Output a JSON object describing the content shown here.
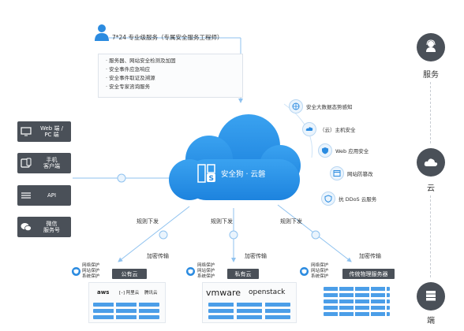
{
  "top": {
    "title": "7*24 专业级服务（专属安全服务工程师）",
    "services": [
      "服务器、网站安全检测及加固",
      "安全事件应急响应",
      "安全事件取证及溯源",
      "安全专家咨询服务"
    ]
  },
  "center": {
    "brand": "安全狗 · 云磐"
  },
  "features": [
    {
      "label": "安全大数据态势感知",
      "icon": "globe-icon"
    },
    {
      "label": "（云）主机安全",
      "icon": "cloud-shield-icon"
    },
    {
      "label": "Web 应用安全",
      "icon": "web-shield-icon"
    },
    {
      "label": "网站防篡改",
      "icon": "browser-lock-icon"
    },
    {
      "label": "抗 DDoS 云服务",
      "icon": "ddos-shield-icon"
    }
  ],
  "clients": [
    {
      "label": "Web 端 /\nPC 端",
      "icon": "monitor-icon"
    },
    {
      "label": "手机\n客户端",
      "icon": "phone-icon"
    },
    {
      "label": "API",
      "icon": "api-icon"
    },
    {
      "label": "微信\n服务号",
      "icon": "wechat-icon"
    }
  ],
  "right": {
    "service": "服务",
    "cloud": "云",
    "end": "端"
  },
  "arrows": {
    "policy": "规则下发",
    "encrypt": "加密传输"
  },
  "deploy": [
    {
      "tag": "公有云",
      "items": [
        "网络保护",
        "网站保护",
        "系统保护"
      ],
      "logos": [
        "aws",
        "阿里云",
        "腾讯云"
      ]
    },
    {
      "tag": "私有云",
      "items": [
        "网络保护",
        "网站保护",
        "系统保护"
      ],
      "logos": [
        "vmware",
        "openstack"
      ]
    },
    {
      "tag": "传统物理服务器",
      "items": [
        "网络保护",
        "网站保护",
        "系统保护"
      ],
      "logos": []
    }
  ],
  "colors": {
    "accent": "#2b8be0",
    "cloud": "#2f97ec",
    "dark": "#4a5058"
  }
}
